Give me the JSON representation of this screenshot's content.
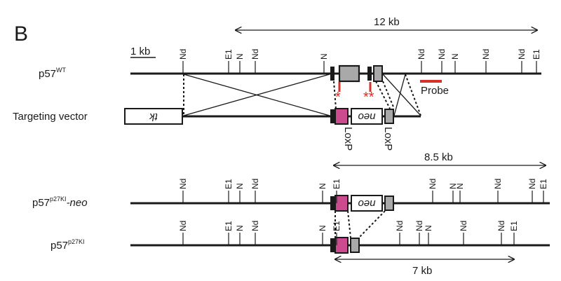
{
  "panel_label": "B",
  "scale_bar": "1 kb",
  "distances": {
    "wt_span": "12 kb",
    "ki_neo_span": "8.5 kb",
    "ki_span": "7 kb"
  },
  "rows": {
    "wt": {
      "base": "p57",
      "sup": "WT",
      "suffix": ""
    },
    "targeting": {
      "label": "Targeting vector"
    },
    "ki_neo": {
      "base": "p57",
      "sup": "p27KI",
      "suffix": "-neo"
    },
    "ki": {
      "base": "p57",
      "sup": "p27KI",
      "suffix": ""
    }
  },
  "elements": {
    "tk": "tk",
    "neo": "neo",
    "loxp": "LoxP",
    "probe": "Probe",
    "star1": "*",
    "star2": "**"
  },
  "restriction_sites": {
    "wt": [
      "Nd",
      "E1",
      "N",
      "Nd",
      "N",
      "Nd",
      "Nd",
      "N",
      "Nd",
      "Nd",
      "E1"
    ],
    "ki_neo": [
      "Nd",
      "E1",
      "N",
      "Nd",
      "N",
      "E1",
      "Nd",
      "N",
      "N",
      "Nd",
      "Nd",
      "E1"
    ],
    "ki": [
      "Nd",
      "E1",
      "N",
      "Nd",
      "N",
      "E1",
      "Nd",
      "Nd",
      "N",
      "Nd",
      "Nd",
      "E1"
    ]
  },
  "colors": {
    "ink": "#1a1a1a",
    "ki_exon": "#cc4a8e",
    "gray_exon": "#a9a9a9",
    "red": "#d8302a"
  }
}
